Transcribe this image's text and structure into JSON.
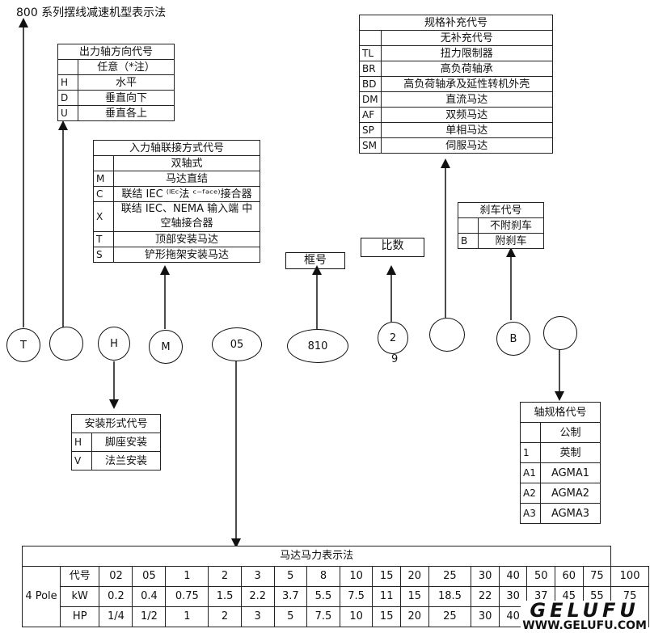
{
  "title": "800 系列摆线减速机型表示法",
  "output_dir": {
    "header": "出力轴方向代号",
    "rows": [
      [
        "",
        "任意（*注）"
      ],
      [
        "H",
        "水平"
      ],
      [
        "D",
        "垂直向下"
      ],
      [
        "U",
        "垂直各上"
      ]
    ]
  },
  "input_conn": {
    "header": "入力轴联接方式代号",
    "rows": [
      [
        "",
        "双轴式"
      ],
      [
        "M",
        "马达直结"
      ],
      [
        "C",
        "联结 IEC ⁽ᴵᴱᶜ法 ᶜ⁻ᶠᵃᶜᵉ⁾接合器"
      ],
      [
        "X",
        "联结 IEC、NEMA 输入端 中空轴接合器"
      ],
      [
        "T",
        "顶部安装马达"
      ],
      [
        "S",
        "铲形拖架安装马达"
      ]
    ]
  },
  "frame_label": "框号",
  "ratio_label": "比数",
  "supplement": {
    "header": "规格补充代号",
    "rows": [
      [
        "",
        "无补充代号"
      ],
      [
        "TL",
        "扭力限制器"
      ],
      [
        "BR",
        "高负荷轴承"
      ],
      [
        "BD",
        "高负荷轴承及延性转机外壳"
      ],
      [
        "DM",
        "直流马达"
      ],
      [
        "AF",
        "双频马达"
      ],
      [
        "SP",
        "单相马达"
      ],
      [
        "SM",
        "伺服马达"
      ]
    ]
  },
  "brake": {
    "header": "刹车代号",
    "rows": [
      [
        "",
        "不附刹车"
      ],
      [
        "B",
        "附刹车"
      ]
    ]
  },
  "shaft": {
    "header": "轴规格代号",
    "rows": [
      [
        "",
        "公制"
      ],
      [
        "1",
        "英制"
      ],
      [
        "A1",
        "AGMA1"
      ],
      [
        "A2",
        "AGMA2"
      ],
      [
        "A3",
        "AGMA3"
      ]
    ]
  },
  "mount": {
    "header": "安装形式代号",
    "rows": [
      [
        "H",
        "脚座安装"
      ],
      [
        "V",
        "法兰安装"
      ]
    ]
  },
  "nodes": {
    "t": "T",
    "blank1": "",
    "h": "H",
    "m": "M",
    "motor": "05",
    "frame": "810",
    "ratio": "2",
    "ratio_sub": "9",
    "blank2": "",
    "b": "B",
    "blank3": ""
  },
  "power": {
    "header": "马达马力表示法",
    "pole": "4 Pole",
    "code_label": "代号",
    "codes": [
      "02",
      "05",
      "1",
      "2",
      "3",
      "5",
      "8",
      "10",
      "15",
      "20",
      "25",
      "30",
      "40",
      "50",
      "60",
      "75",
      "100"
    ],
    "kw_label": "kW",
    "kw": [
      "0.2",
      "0.4",
      "0.75",
      "1.5",
      "2.2",
      "3.7",
      "5.5",
      "7.5",
      "11",
      "15",
      "18.5",
      "22",
      "30",
      "37",
      "45",
      "55",
      "75"
    ],
    "hp_label": "HP",
    "hp": [
      "1/4",
      "1/2",
      "1",
      "2",
      "3",
      "5",
      "7.5",
      "10",
      "15",
      "20",
      "25",
      "30",
      "40",
      "",
      "",
      "",
      ""
    ]
  },
  "watermark": {
    "brand": "GELUFU",
    "url": "WWW.GELUFU.COM"
  }
}
